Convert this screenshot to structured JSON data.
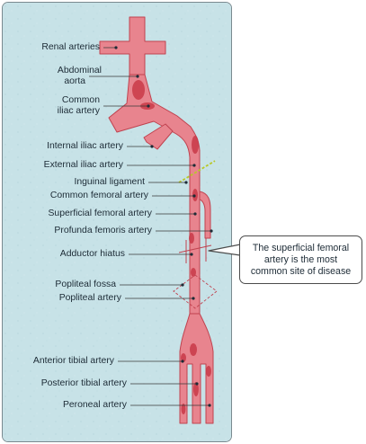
{
  "labels": {
    "renal_arteries": "Renal arteries",
    "abdominal_aorta_1": "Abdominal",
    "abdominal_aorta_2": "aorta",
    "common_iliac_1": "Common",
    "common_iliac_2": "iliac artery",
    "internal_iliac": "Internal iliac artery",
    "external_iliac": "External iliac artery",
    "inguinal_ligament": "Inguinal ligament",
    "common_femoral": "Common femoral artery",
    "superficial_femoral": "Superficial femoral artery",
    "profunda_femoris": "Profunda femoris artery",
    "adductor_hiatus": "Adductor hiatus",
    "popliteal_fossa": "Popliteal fossa",
    "popliteal_artery": "Popliteal artery",
    "anterior_tibial": "Anterior tibial artery",
    "posterior_tibial": "Posterior tibial artery",
    "peroneal": "Peroneal artery"
  },
  "callout": {
    "line1": "The superficial femoral",
    "line2": "artery is the most",
    "line3": "common site of disease"
  },
  "colors": {
    "background": "#c7e2e7",
    "artery": "#e8848e",
    "artery_outline": "#c0424f",
    "plaque": "#c93a48",
    "ligament": "#b8c829"
  }
}
